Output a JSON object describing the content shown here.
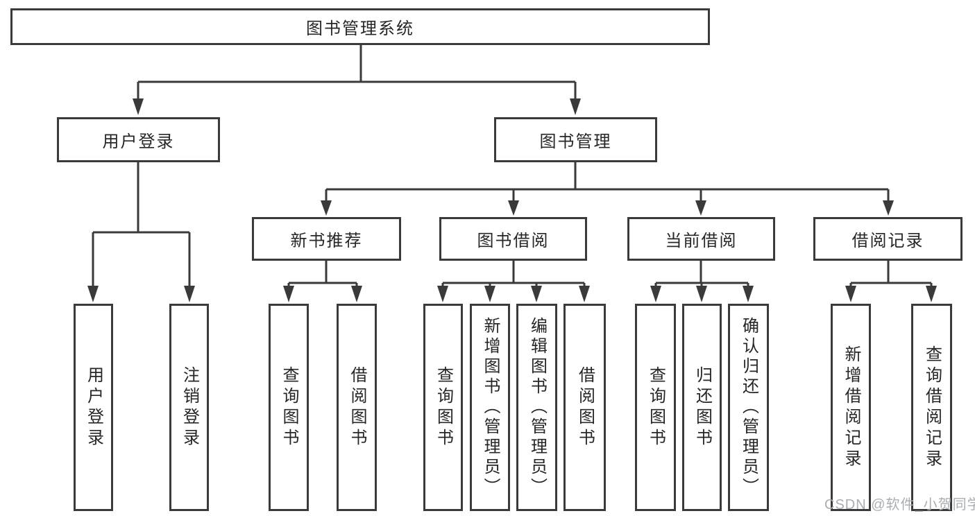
{
  "title": {
    "label": "图书管理系统"
  },
  "level2": {
    "user_login": {
      "label": "用户登录"
    },
    "book_management": {
      "label": "图书管理"
    }
  },
  "level3": {
    "new_book_recommend": {
      "label": "新书推荐"
    },
    "book_borrow": {
      "label": "图书借阅"
    },
    "current_borrow": {
      "label": "当前借阅"
    },
    "borrow_record": {
      "label": "借阅记录"
    }
  },
  "level4": {
    "user_login_children": [
      {
        "label": "用户登录"
      },
      {
        "label": "注销登录"
      }
    ],
    "new_book_recommend_children": [
      {
        "label": "查询图书"
      },
      {
        "label": "借阅图书"
      }
    ],
    "book_borrow_children": [
      {
        "label": "查询图书"
      },
      {
        "label": "新增图书（管理员）"
      },
      {
        "label": "编辑图书（管理员）"
      },
      {
        "label": "借阅图书"
      }
    ],
    "current_borrow_children": [
      {
        "label": "查询图书"
      },
      {
        "label": "归还图书"
      },
      {
        "label": "确认归还（管理员）"
      }
    ],
    "borrow_record_children": [
      {
        "label": "新增借阅记录"
      },
      {
        "label": "查询借阅记录"
      }
    ]
  },
  "watermark": {
    "text": "CSDN @软件_小贺同学"
  },
  "colors": {
    "line": "#3a3a3a",
    "text": "#262626",
    "watermark": "#a9aeb3",
    "background": "#ffffff"
  }
}
